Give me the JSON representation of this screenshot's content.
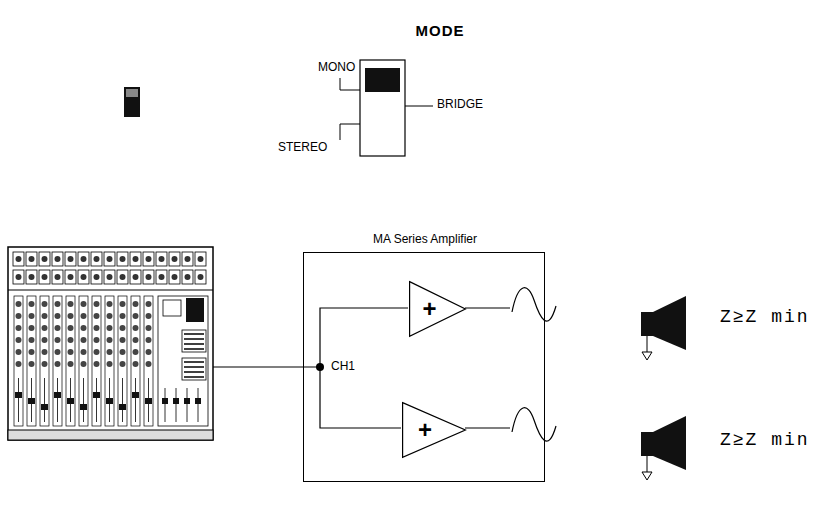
{
  "diagram": {
    "nodes": [
      {
        "text": [
          "MA Series Amplifier"
        ]
      },
      {
        "text": [
          "+"
        ],
        "in": 0
      },
      {
        "text": [
          "+"
        ],
        "in": 0
      }
    ],
    "labels": [
      "MODE",
      "MONO",
      "BRIDGE",
      "STEREO",
      "CH1",
      "Z≥Z min",
      "Z≥Z min"
    ]
  }
}
